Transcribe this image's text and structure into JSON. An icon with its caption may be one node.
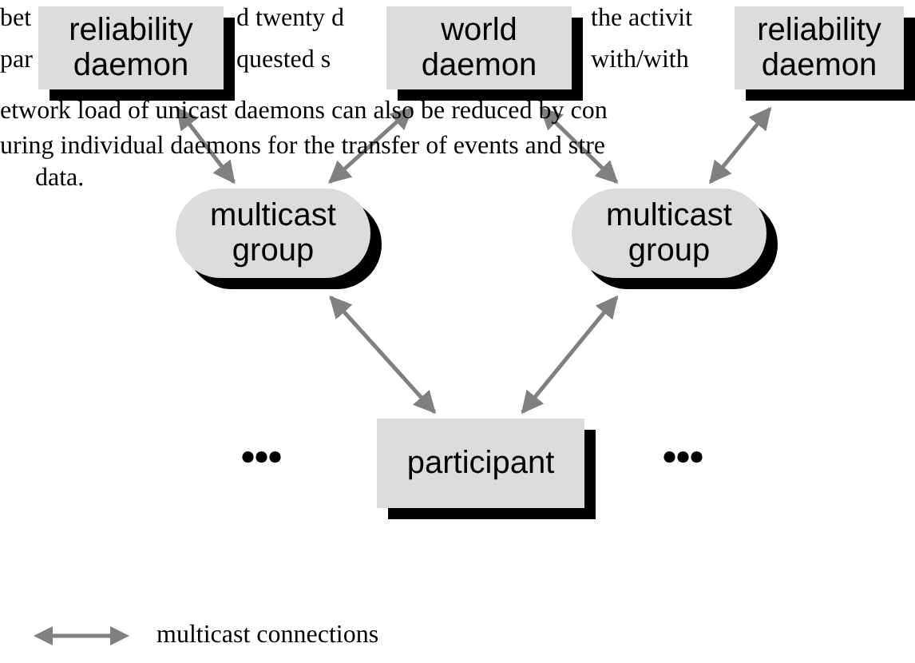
{
  "diagram": {
    "nodes": [
      {
        "text": [
          "reliability daemon"
        ]
      },
      {
        "text": [
          "world daemon"
        ]
      },
      {
        "text": [
          "reliability daemon"
        ]
      },
      {
        "text": [
          "multicast group"
        ]
      },
      {
        "text": [
          "multicast group"
        ]
      },
      {
        "text": [
          "participant"
        ]
      }
    ],
    "edges": [
      {
        "from": 3,
        "to": 0,
        "arrow": "both"
      },
      {
        "from": 3,
        "to": 1,
        "arrow": "both"
      },
      {
        "from": 4,
        "to": 1,
        "arrow": "both"
      },
      {
        "from": 4,
        "to": 2,
        "arrow": "both"
      },
      {
        "from": 5,
        "to": 3,
        "arrow": "both"
      },
      {
        "from": 5,
        "to": 4,
        "arrow": "both"
      }
    ],
    "labels": [
      "bet",
      "d twenty d",
      "the activit",
      "par",
      "quested s",
      "with/with",
      "etwork load of unicast daemons can also be reduced by con",
      "uring individual daemons for the transfer of events and stre",
      "data.",
      "•••",
      "•••"
    ],
    "legend": [
      {
        "text": "multicast connections"
      }
    ]
  }
}
